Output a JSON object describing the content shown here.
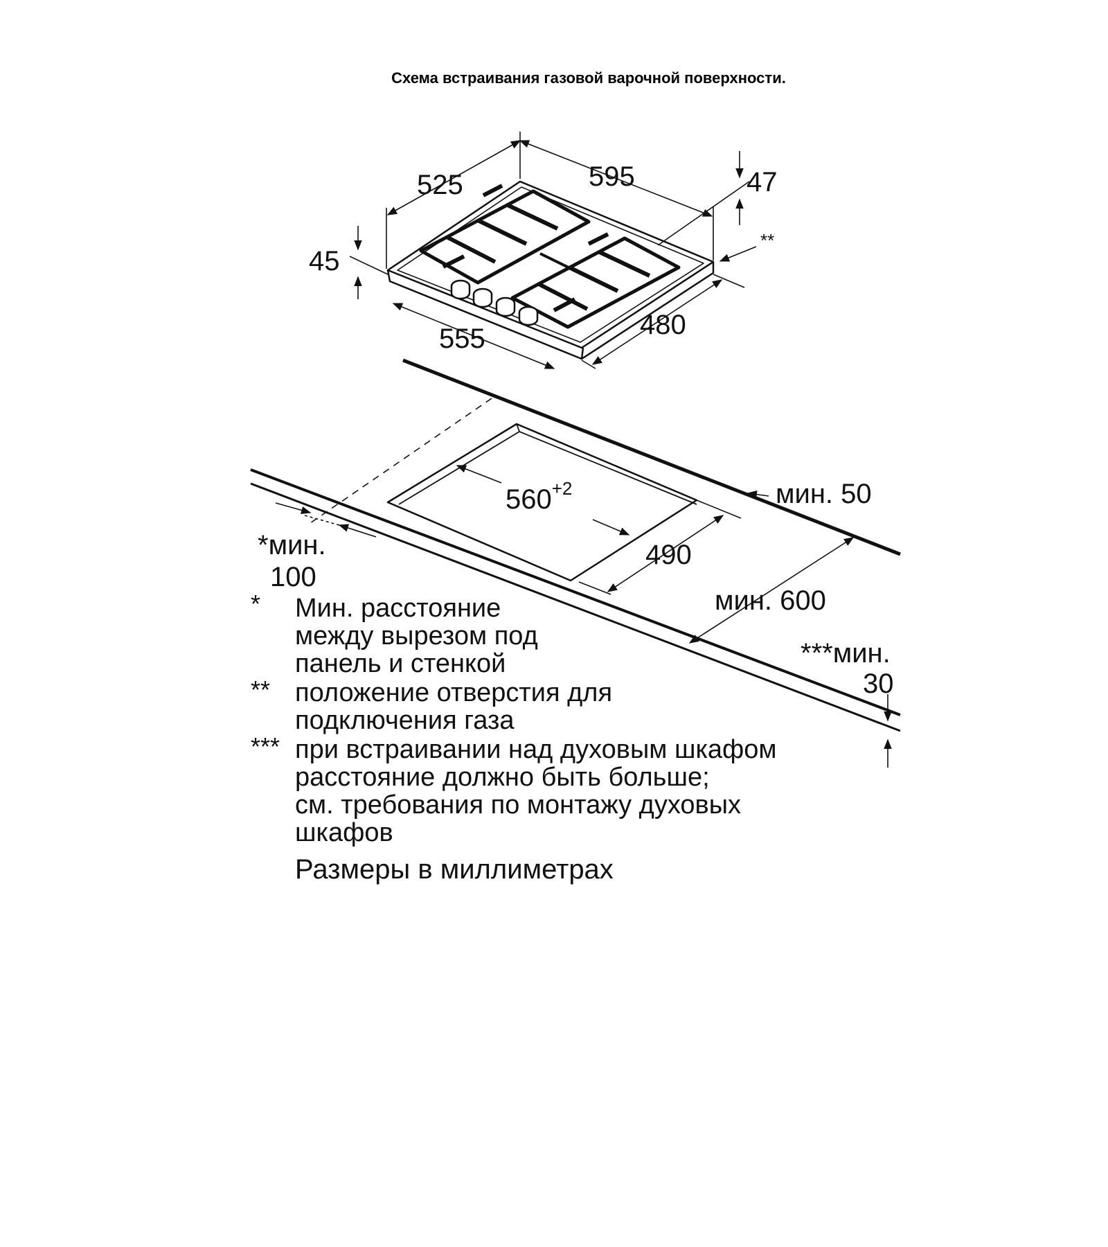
{
  "title": "Схема встраивания газовой варочной поверхности.",
  "dimensions": {
    "depth_top": "525",
    "width_top": "595",
    "height_right": "47",
    "gas_mark": "**",
    "height_left": "45",
    "front_width": "555",
    "side_depth": "480",
    "cutout_width": "560",
    "cutout_tolerance": "+2",
    "cutout_depth": "490",
    "min_rear": "мин. 50",
    "min_side_a": "*мин.",
    "min_side_b": "100",
    "min_depth": "мин. 600",
    "min_below_a": "***мин.",
    "min_below_b": "30"
  },
  "notes": [
    {
      "mark": "*",
      "lines": [
        "Мин. расстояние",
        "между вырезом под",
        "панель и стенкой"
      ]
    },
    {
      "mark": "**",
      "lines": [
        "положение отверстия для",
        "подключения газа"
      ]
    },
    {
      "mark": "***",
      "lines": [
        "при встраивании над духовым шкафом",
        "расстояние должно быть больше;",
        "см. требования по монтажу духовых",
        "шкафов"
      ]
    }
  ],
  "footer": "Размеры в миллиметрах",
  "colors": {
    "line": "#111111",
    "background": "#ffffff"
  }
}
